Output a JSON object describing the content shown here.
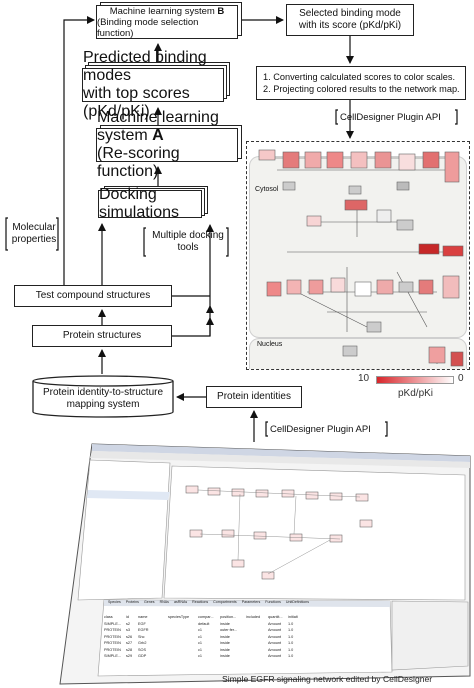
{
  "pipeline": {
    "ml_b": {
      "line1": "Machine learning system B",
      "line2": "(Binding mode selection function)"
    },
    "predicted": {
      "line1": "Predicted binding modes",
      "line2": "with top scores (pKd/pKi)"
    },
    "ml_a": {
      "line1": "Machine learning system A",
      "line2": "(Re-scoring function)"
    },
    "docking": "Docking simulations",
    "multiple_tools": {
      "line1": "Multiple docking",
      "line2": "tools"
    },
    "molecular": {
      "line1": "Molecular",
      "line2": "properties"
    },
    "test_compound": "Test compound structures",
    "protein_structures": "Protein structures",
    "identity_db": {
      "line1": "Protein identity-to-structure",
      "line2": "mapping system"
    },
    "protein_identities": "Protein identities"
  },
  "right": {
    "selected": {
      "line1": "Selected binding mode",
      "line2": "with its score (pKd/pKi)"
    },
    "steps": {
      "line1": "1. Converting calculated scores to color scales.",
      "line2": "2. Projecting colored results to the network map."
    },
    "api_top": "CellDesigner Plugin API",
    "api_bottom": "CellDesigner Plugin API"
  },
  "network": {
    "cytosol": "Cytosol",
    "nucleus": "Nucleus"
  },
  "scale": {
    "min": "10",
    "max": "0",
    "label": "pKd/pKi",
    "color_high": "#d8262b",
    "color_low": "#ffffff"
  },
  "screenshot": {
    "caption": "Simple EGFR signaling network edited by CellDesigner",
    "tabs": [
      "Species",
      "Proteins",
      "Genes",
      "RNAs",
      "asRNAs",
      "Reactions",
      "Compartments",
      "Parameters",
      "Functions",
      "UnitDefinitions"
    ],
    "table_headers": [
      "class",
      "id",
      "name",
      "speciesType",
      "compar...",
      "position...",
      "included",
      "quantit...",
      "initialt"
    ],
    "table_rows": [
      [
        "SIMPLE...",
        "s2",
        "EGF",
        "",
        "default",
        "inside",
        "",
        "Amount",
        "1.0"
      ],
      [
        "PROTEIN",
        "s3",
        "EGFR",
        "",
        "c1",
        "outer:fer...",
        "",
        "Amount",
        "1.0"
      ],
      [
        "PROTEIN",
        "s26",
        "Shc",
        "",
        "c1",
        "inside",
        "",
        "Amount",
        "1.0"
      ],
      [
        "PROTEIN",
        "s27",
        "Grb2",
        "",
        "c1",
        "inside",
        "",
        "Amount",
        "1.0"
      ],
      [
        "PROTEIN",
        "s28",
        "SOS",
        "",
        "c1",
        "inside",
        "",
        "Amount",
        "1.0"
      ],
      [
        "SIMPLE...",
        "s29",
        "GDP",
        "",
        "c1",
        "inside",
        "",
        "Amount",
        "1.0"
      ]
    ]
  }
}
